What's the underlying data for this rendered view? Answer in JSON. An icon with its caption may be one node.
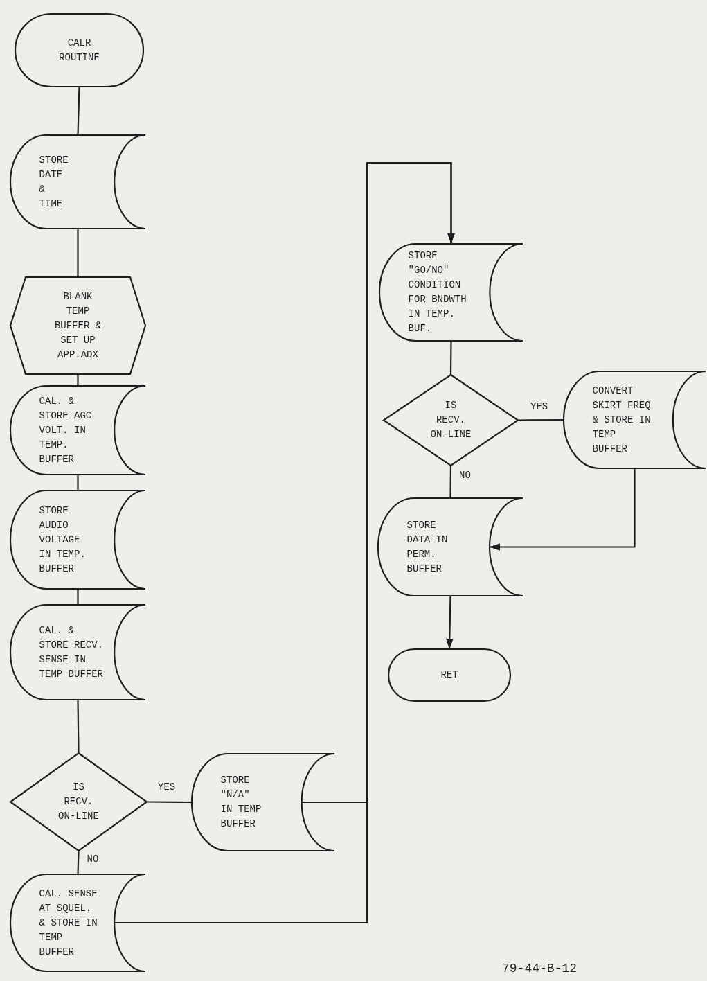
{
  "diagram": {
    "nodes": [
      {
        "text": [
          "CALR ROUTINE"
        ]
      },
      {
        "text": [
          "STORE DATE & TIME"
        ]
      },
      {
        "text": [
          "BLANK TEMP BUFFER & SET UP APP.ADX"
        ]
      },
      {
        "text": [
          "CAL. & STORE AGC VOLT. IN TEMP. BUFFER"
        ]
      },
      {
        "text": [
          "STORE AUDIO VOLTAGE IN TEMP. BUFFER"
        ]
      },
      {
        "text": [
          "CAL. & STORE RECV. SENSE IN TEMP BUFFER"
        ]
      },
      {
        "text": [
          "IS RECV. ON-LINE"
        ]
      },
      {
        "text": [
          "STORE \"N/A\" IN TEMP BUFFER"
        ]
      },
      {
        "text": [
          "CAL. SENSE AT SQUEL. & STORE IN TEMP BUFFER"
        ]
      },
      {
        "text": [
          "STORE \"GO/NO\" CONDITION FOR BNDWTH IN TEMP. BUF."
        ]
      },
      {
        "text": [
          "IS RECV. ON-LINE"
        ]
      },
      {
        "text": [
          "CONVERT SKIRT FREQ & STORE IN TEMP BUFFER"
        ]
      },
      {
        "text": [
          "STORE DATA IN PERM. BUFFER"
        ]
      },
      {
        "text": [
          "RET"
        ]
      }
    ],
    "edges": [
      {
        "from": 0,
        "to": 1,
        "arrow": "none"
      },
      {
        "from": 1,
        "to": 2,
        "arrow": "none"
      },
      {
        "from": 2,
        "to": 3,
        "arrow": "none"
      },
      {
        "from": 3,
        "to": 4,
        "arrow": "none"
      },
      {
        "from": 4,
        "to": 5,
        "arrow": "none"
      },
      {
        "from": 5,
        "to": 6,
        "arrow": "none"
      },
      {
        "from": 6,
        "to": 7,
        "arrow": "none",
        "label": "YES"
      },
      {
        "from": 6,
        "to": 8,
        "arrow": "none",
        "label": "NO"
      },
      {
        "from": 7,
        "to": 9,
        "arrow": "to"
      },
      {
        "from": 8,
        "to": 9,
        "arrow": "to"
      },
      {
        "from": 9,
        "to": 10,
        "arrow": "none"
      },
      {
        "from": 10,
        "to": 11,
        "arrow": "none",
        "label": "YES"
      },
      {
        "from": 10,
        "to": 12,
        "arrow": "none",
        "label": "NO"
      },
      {
        "from": 11,
        "to": 12,
        "arrow": "to"
      },
      {
        "from": 12,
        "to": 13,
        "arrow": "to"
      }
    ],
    "labels": [
      "79-44-B-12"
    ]
  }
}
